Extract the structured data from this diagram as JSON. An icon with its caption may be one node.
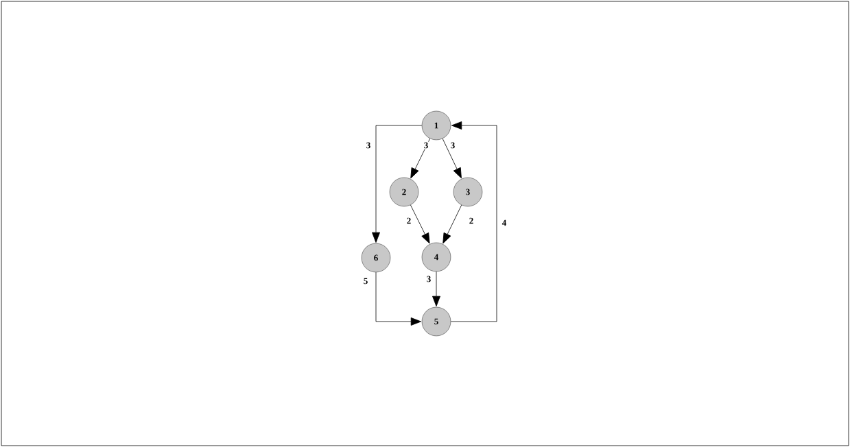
{
  "diagram": {
    "nodes": [
      {
        "text": [
          "1"
        ]
      },
      {
        "text": [
          "2"
        ]
      },
      {
        "text": [
          "3"
        ]
      },
      {
        "text": [
          "4"
        ]
      },
      {
        "text": [
          "5"
        ]
      },
      {
        "text": [
          "6"
        ]
      }
    ],
    "edges": [
      {
        "from": 0,
        "to": 5,
        "arrow": "to",
        "label": "3"
      },
      {
        "from": 0,
        "to": 1,
        "arrow": "to",
        "label": "3"
      },
      {
        "from": 0,
        "to": 2,
        "arrow": "to",
        "label": "3"
      },
      {
        "from": 1,
        "to": 3,
        "arrow": "to",
        "label": "2"
      },
      {
        "from": 2,
        "to": 3,
        "arrow": "to",
        "label": "2"
      },
      {
        "from": 3,
        "to": 4,
        "arrow": "to",
        "label": "3"
      },
      {
        "from": 5,
        "to": 4,
        "arrow": "to",
        "label": "5"
      },
      {
        "from": 4,
        "to": 0,
        "arrow": "to",
        "label": "4"
      }
    ]
  }
}
